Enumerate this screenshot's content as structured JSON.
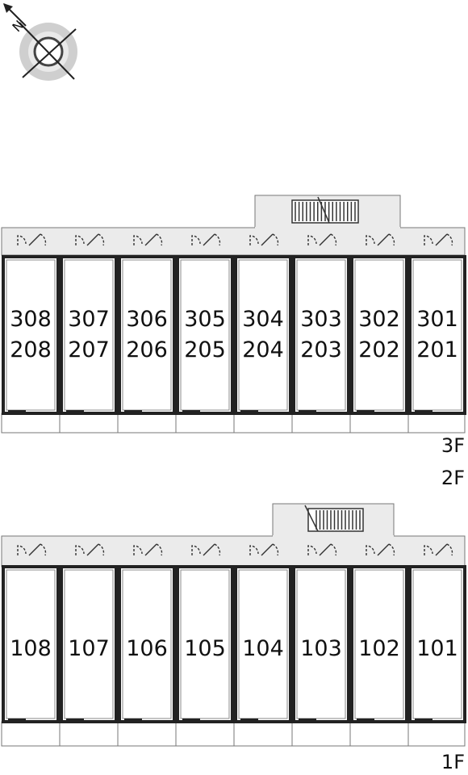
{
  "compass": {
    "letter": "N"
  },
  "upper": {
    "floor_labels": [
      "3F",
      "2F"
    ],
    "units": [
      {
        "top": "308",
        "bottom": "208"
      },
      {
        "top": "307",
        "bottom": "207"
      },
      {
        "top": "306",
        "bottom": "206"
      },
      {
        "top": "305",
        "bottom": "205"
      },
      {
        "top": "304",
        "bottom": "204"
      },
      {
        "top": "303",
        "bottom": "203"
      },
      {
        "top": "302",
        "bottom": "202"
      },
      {
        "top": "301",
        "bottom": "201"
      }
    ]
  },
  "lower": {
    "floor_labels": [
      "1F"
    ],
    "units": [
      {
        "top": "108"
      },
      {
        "top": "107"
      },
      {
        "top": "106"
      },
      {
        "top": "105"
      },
      {
        "top": "104"
      },
      {
        "top": "103"
      },
      {
        "top": "102"
      },
      {
        "top": "101"
      }
    ]
  },
  "colors": {
    "corridor": "#ebebeb",
    "wall": "#222222",
    "room": "#ffffff"
  }
}
